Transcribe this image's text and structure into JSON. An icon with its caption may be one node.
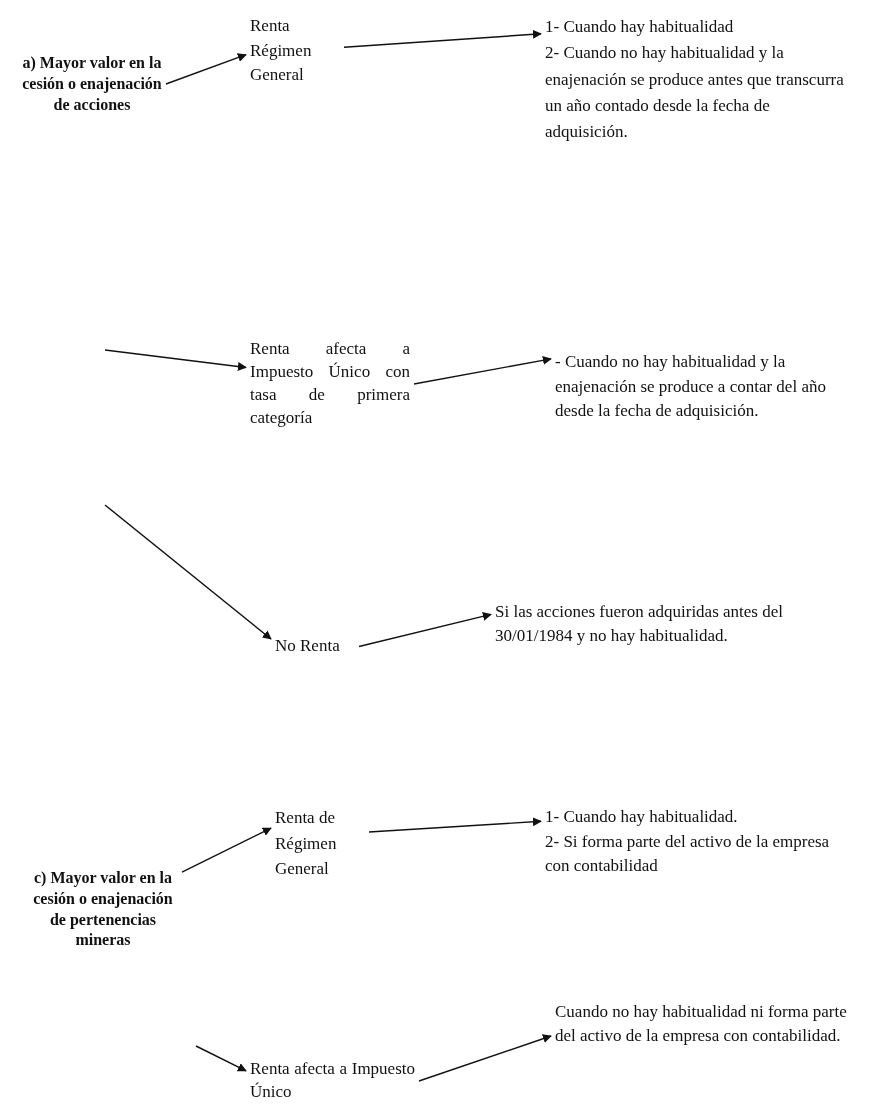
{
  "diagram": {
    "nodes": [
      {
        "text": [
          "a) Mayor valor en la cesión o enajenación de acciones"
        ]
      },
      {
        "text": [
          "Renta Régimen General"
        ]
      },
      {
        "text": [
          "1- Cuando hay habitualidad",
          "2- Cuando no hay habitualidad y la enajenación se produce antes que transcurra un año contado desde la fecha de adquisición."
        ]
      },
      {
        "text": [
          "Renta afecta a Impuesto Único con tasa de primera categoría"
        ]
      },
      {
        "text": [
          "- Cuando no hay habitualidad y la enajenación se produce a contar del año desde la fecha de adquisición."
        ]
      },
      {
        "text": [
          "No Renta"
        ]
      },
      {
        "text": [
          "Si las acciones fueron adquiridas antes del 30/01/1984 y no hay habitualidad."
        ]
      },
      {
        "text": [
          "c) Mayor valor en la cesión o enajenación de pertenencias mineras"
        ]
      },
      {
        "text": [
          "Renta de Régimen General"
        ]
      },
      {
        "text": [
          "1- Cuando hay habitualidad.",
          "2- Si forma parte del activo de la empresa con contabilidad"
        ]
      },
      {
        "text": [
          "Renta afecta a Impuesto Único"
        ]
      },
      {
        "text": [
          "Cuando no hay habitualidad ni forma parte del activo de la empresa con contabilidad."
        ]
      }
    ],
    "edges": [
      {
        "from": 0,
        "to": 1,
        "arrow": "to"
      },
      {
        "from": 1,
        "to": 2,
        "arrow": "to"
      },
      {
        "from": null,
        "to": 3,
        "arrow": "to"
      },
      {
        "from": 3,
        "to": 4,
        "arrow": "to"
      },
      {
        "from": null,
        "to": 5,
        "arrow": "to"
      },
      {
        "from": 5,
        "to": 6,
        "arrow": "to"
      },
      {
        "from": 7,
        "to": 8,
        "arrow": "to"
      },
      {
        "from": 8,
        "to": 9,
        "arrow": "to"
      },
      {
        "from": null,
        "to": 10,
        "arrow": "to"
      },
      {
        "from": 10,
        "to": 11,
        "arrow": "to"
      }
    ]
  }
}
